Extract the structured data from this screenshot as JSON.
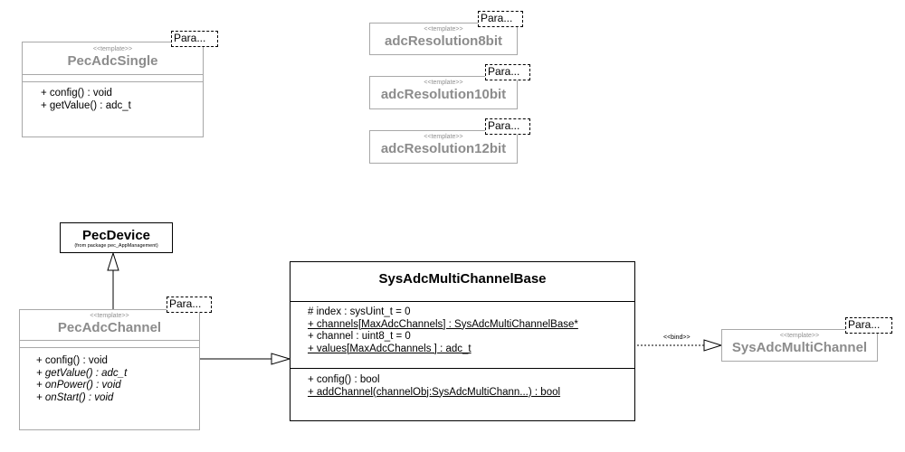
{
  "stereotype_template": "<<template>>",
  "param_label": "Para...",
  "pec_adc_single": {
    "name": "PecAdcSingle",
    "operations": [
      "+ config() : void",
      "+ getValue() : adc_t"
    ]
  },
  "adc_resolution_8bit": {
    "name": "adcResolution8bit"
  },
  "adc_resolution_10bit": {
    "name": "adcResolution10bit"
  },
  "adc_resolution_12bit": {
    "name": "adcResolution12bit"
  },
  "pec_device": {
    "name": "PecDevice",
    "package_note": "(from package pec_AppManagement)"
  },
  "pec_adc_channel": {
    "name": "PecAdcChannel",
    "operations": [
      "+ config() : void",
      "+ getValue() : adc_t",
      "+ onPower() : void",
      "+ onStart() : void"
    ]
  },
  "sys_adc_multi_channel_base": {
    "name": "SysAdcMultiChannelBase",
    "attributes": [
      "# index : sysUint_t = 0",
      "+ channels[MaxAdcChannels] : SysAdcMultiChannelBase*",
      "+ channel : uint8_t = 0",
      "+ values[MaxAdcChannels ] : adc_t"
    ],
    "operations": [
      "+ config() : bool",
      "+ addChannel(channelObj:SysAdcMultiChann...) : bool"
    ]
  },
  "sys_adc_multi_channel": {
    "name": "SysAdcMultiChannel"
  },
  "bind_label": "<<bind>>"
}
